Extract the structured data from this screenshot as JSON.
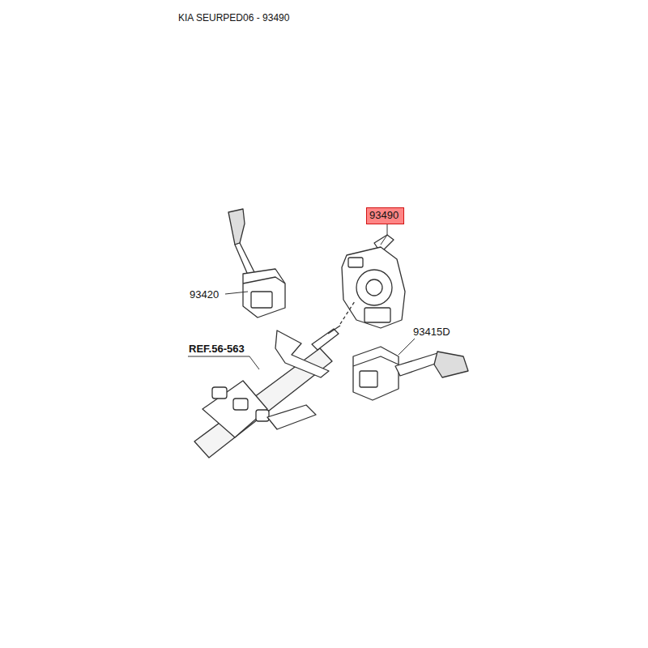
{
  "diagram": {
    "title": "KIA SEURPED06 - 93490",
    "nodes": [
      {
        "text": [
          "93490"
        ]
      }
    ],
    "labels": [
      "93420",
      "93415D",
      "REF.56-563"
    ]
  }
}
